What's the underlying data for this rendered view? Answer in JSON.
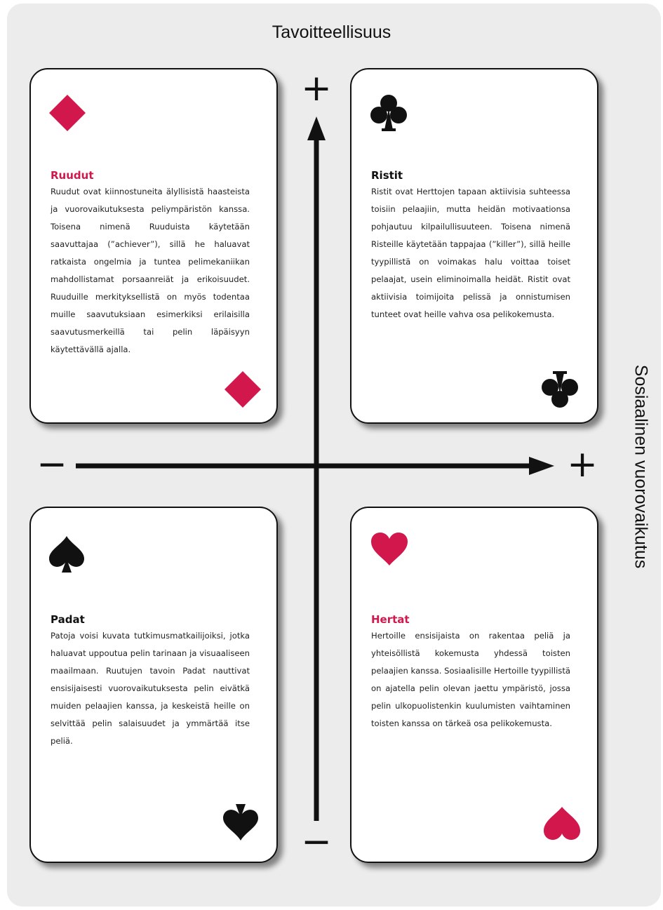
{
  "titles": {
    "top": "Tavoitteellisuus",
    "side": "Sosiaalinen vuorovaikutus"
  },
  "axis_labels": {
    "vertical_plus": "+",
    "vertical_minus": "−",
    "horizontal_plus": "+",
    "horizontal_minus": "−"
  },
  "colors": {
    "red": "#d1174c",
    "black": "#111111",
    "background": "#ececec"
  },
  "cards": {
    "diamonds": {
      "suit_icon": "diamond-icon",
      "title": "Ruudut",
      "text": "Ruudut ovat kiinnostuneita älyllisistä haasteista ja vuorovaikutuksesta peliympäristön kanssa. Toisena nimenä Ruuduista käytetään saavuttajaa (”achiever”), sillä he haluavat ratkaista ongelmia ja tuntea pelimekaniikan mahdollistamat porsaanreiät ja erikoisuudet. Ruuduille merkityksellistä on myös todentaa muille saavutuksiaan esimerkiksi erilaisilla saavutusmerkeillä tai pelin läpäisyyn käytettävällä ajalla."
    },
    "clubs": {
      "suit_icon": "club-icon",
      "title": "Ristit",
      "text": "Ristit ovat Herttojen tapaan aktiivisia suhteessa toisiin pelaajiin, mutta heidän motivaationsa pohjautuu kilpailullisuuteen. Toisena nimenä Risteille käytetään tappajaa (”killer”), sillä heille tyypillistä on voimakas halu voittaa toiset pelaajat, usein eliminoimalla heidät. Ristit ovat aktiivisia toimijoita pelissä ja onnistumisen tunteet ovat heille vahva osa pelikokemusta."
    },
    "spades": {
      "suit_icon": "spade-icon",
      "title": "Padat",
      "text": "Patoja voisi kuvata tutkimusmatkailijoiksi, jotka haluavat uppoutua pelin tarinaan ja visuaaliseen maailmaan. Ruutujen tavoin Padat nauttivat ensisijaisesti vuorovaikutuksesta pelin eivätkä muiden pelaajien kanssa, ja keskeistä heille on selvittää pelin salaisuudet ja ymmärtää itse peliä."
    },
    "hearts": {
      "suit_icon": "heart-icon",
      "title": "Hertat",
      "text": "Hertoille ensisijaista on rakentaa peliä ja yhteisöllistä kokemusta yhdessä toisten pelaajien kanssa. Sosiaalisille Hertoille tyypillistä on ajatella pelin olevan jaettu ympäristö, jossa pelin ulkopuolistenkin kuulumisten vaihtaminen toisten kanssa on tärkeä osa pelikokemusta."
    }
  }
}
